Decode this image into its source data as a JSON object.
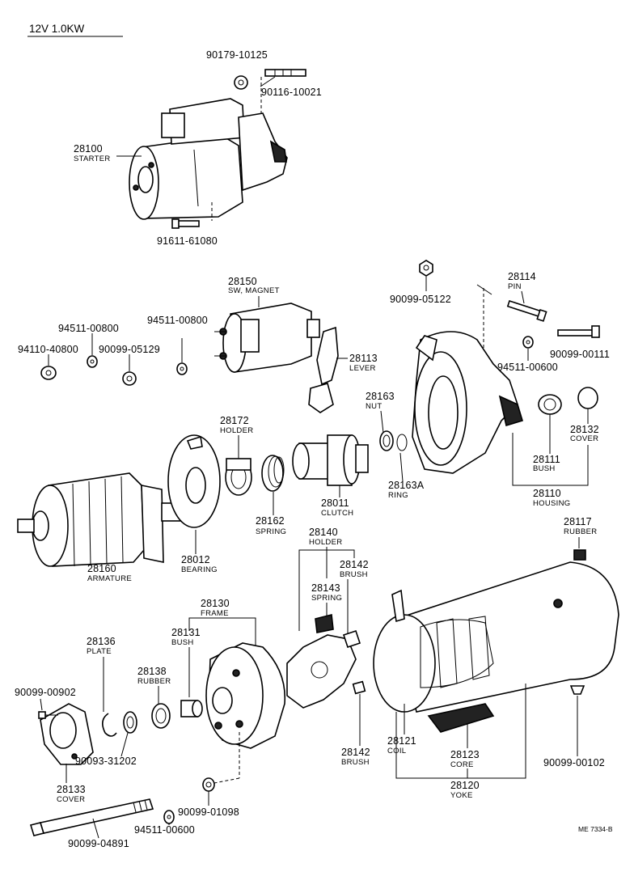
{
  "header": {
    "title": "12V  1.0KW"
  },
  "footer": {
    "code": "ME 7334-B"
  },
  "labels": {
    "p90179_10125": "90179-10125",
    "p90116_10021": "90116-10021",
    "p28100": "28100",
    "p28100_name": "STARTER",
    "p91611_61080": "91611-61080",
    "p28150": "28150",
    "p28150_name": "SW, MAGNET",
    "p94511_00800a": "94511-00800",
    "p94511_00800b": "94511-00800",
    "p94110_40800": "94110-40800",
    "p90099_05129": "90099-05129",
    "p28113": "28113",
    "p28113_name": "LEVER",
    "p90099_05122": "90099-05122",
    "p28114": "28114",
    "p28114_name": "PIN",
    "p90099_00111": "90099-00111",
    "p94511_00600a": "94511-00600",
    "p28163": "28163",
    "p28163_name": "NUT",
    "p28163A": "28163A",
    "p28163A_name": "RING",
    "p28132": "28132",
    "p28132_name": "COVER",
    "p28111": "28111",
    "p28111_name": "BUSH",
    "p28110": "28110",
    "p28110_name": "HOUSING",
    "p28172": "28172",
    "p28172_name": "HOLDER",
    "p28162": "28162",
    "p28162_name": "SPRING",
    "p28011": "28011",
    "p28011_name": "CLUTCH",
    "p28160": "28160",
    "p28160_name": "ARMATURE",
    "p28012": "28012",
    "p28012_name": "BEARING",
    "p28140": "28140",
    "p28140_name": "HOLDER",
    "p28142a": "28142",
    "p28142a_name": "BRUSH",
    "p28143": "28143",
    "p28143_name": "SPRING",
    "p28117": "28117",
    "p28117_name": "RUBBER",
    "p28130": "28130",
    "p28130_name": "FRAME",
    "p28131": "28131",
    "p28131_name": "BUSH",
    "p28136": "28136",
    "p28136_name": "PLATE",
    "p28138": "28138",
    "p28138_name": "RUBBER",
    "p90099_00902": "90099-00902",
    "p90093_31202": "90093-31202",
    "p28133": "28133",
    "p28133_name": "COVER",
    "p28142b": "28142",
    "p28142b_name": "BRUSH",
    "p28121": "28121",
    "p28121_name": "COIL",
    "p28123": "28123",
    "p28123_name": "CORE",
    "p90099_00102": "90099-00102",
    "p28120": "28120",
    "p28120_name": "YOKE",
    "p90099_01098": "90099-01098",
    "p94511_00600b": "94511-00600",
    "p90099_04891": "90099-04891"
  }
}
